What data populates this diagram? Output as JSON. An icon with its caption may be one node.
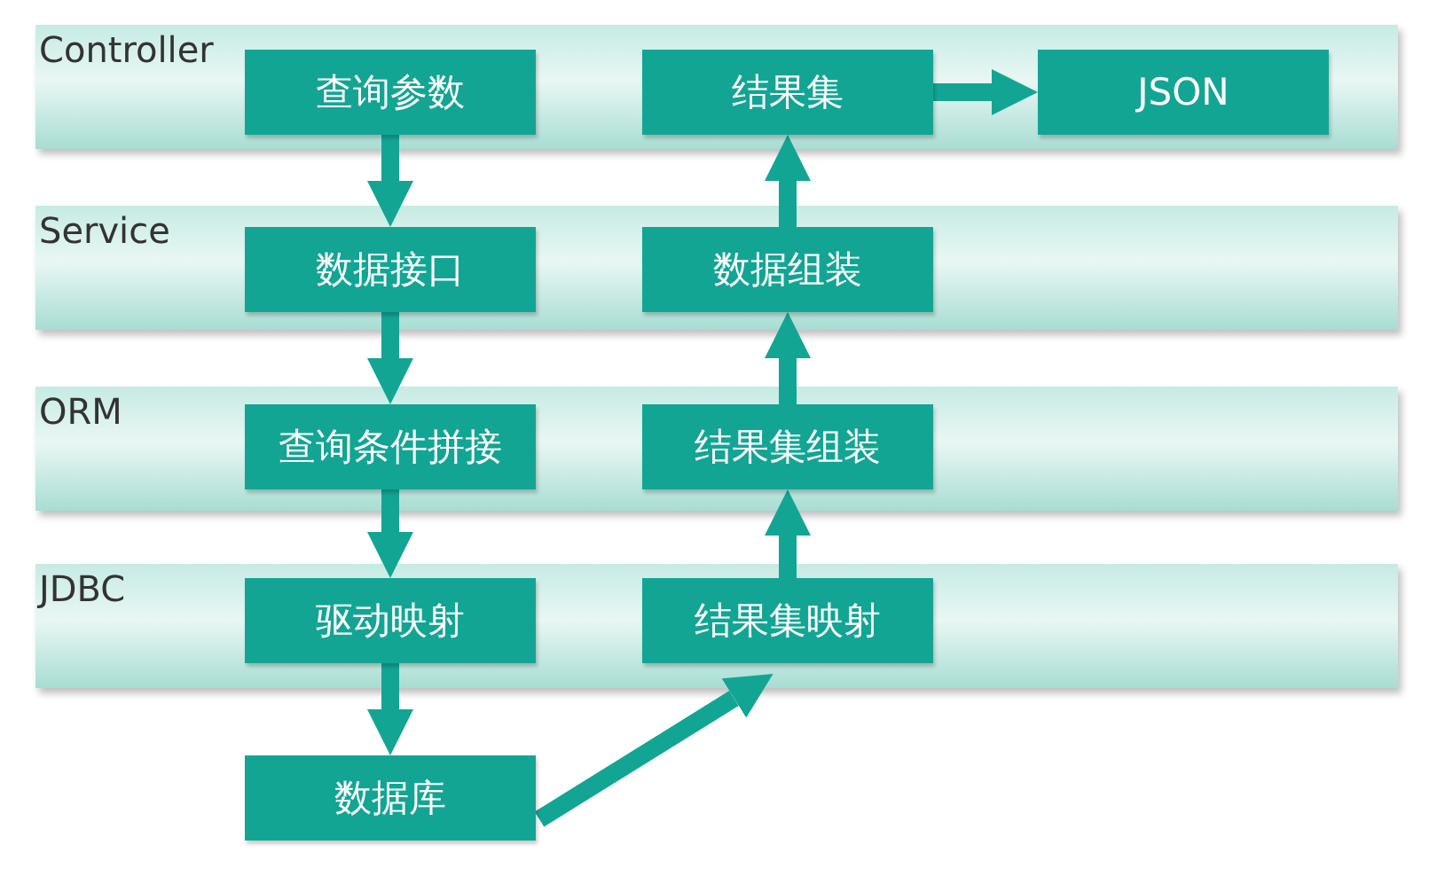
{
  "diagram": {
    "nodes": [
      {
        "text": [
          "Controller"
        ]
      },
      {
        "text": [
          "查询参数"
        ],
        "in": 0
      },
      {
        "text": [
          "结果集"
        ],
        "in": 0
      },
      {
        "text": [
          "JSON"
        ],
        "in": 0
      },
      {
        "text": [
          "Service"
        ]
      },
      {
        "text": [
          "数据接口"
        ],
        "in": 4
      },
      {
        "text": [
          "数据组装"
        ],
        "in": 4
      },
      {
        "text": [
          "ORM"
        ]
      },
      {
        "text": [
          "查询条件拼接"
        ],
        "in": 7
      },
      {
        "text": [
          "结果集组装"
        ],
        "in": 7
      },
      {
        "text": [
          "JDBC"
        ]
      },
      {
        "text": [
          "驱动映射"
        ],
        "in": 10
      },
      {
        "text": [
          "结果集映射"
        ],
        "in": 10
      },
      {
        "text": [
          "数据库"
        ]
      }
    ],
    "edges": [
      {
        "from": 1,
        "to": 5,
        "arrow": "to"
      },
      {
        "from": 5,
        "to": 8,
        "arrow": "to"
      },
      {
        "from": 8,
        "to": 11,
        "arrow": "to"
      },
      {
        "from": 11,
        "to": 13,
        "arrow": "to"
      },
      {
        "from": 13,
        "to": 12,
        "arrow": "to"
      },
      {
        "from": 12,
        "to": 9,
        "arrow": "to"
      },
      {
        "from": 9,
        "to": 6,
        "arrow": "to"
      },
      {
        "from": 6,
        "to": 2,
        "arrow": "to"
      },
      {
        "from": 2,
        "to": 3,
        "arrow": "to"
      }
    ]
  }
}
